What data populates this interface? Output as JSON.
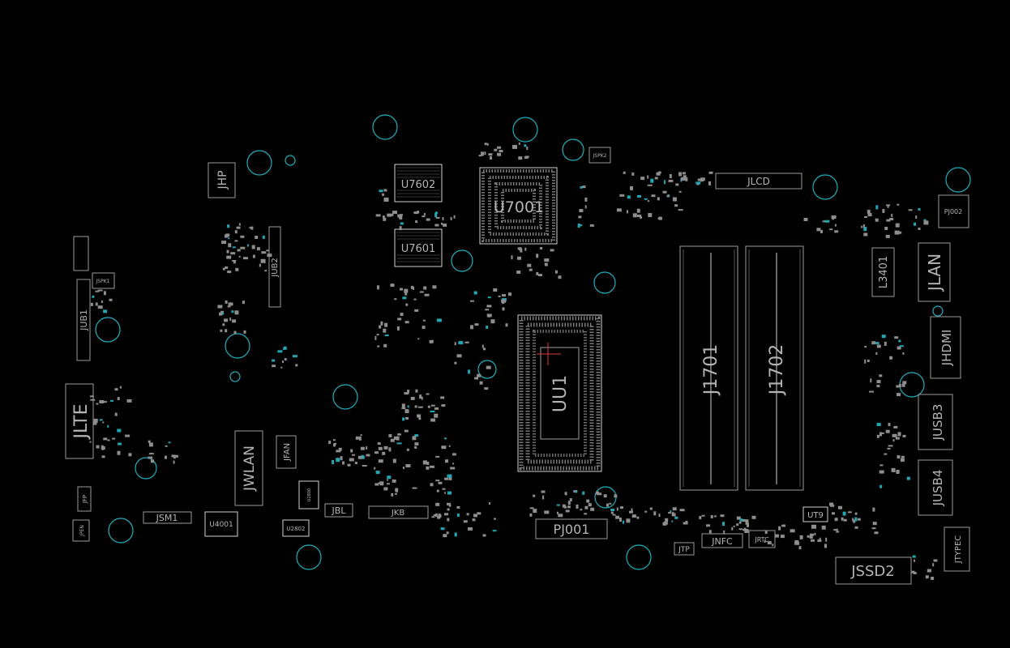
{
  "colors": {
    "background": "#000000",
    "outline": "#9a9a9a",
    "label": "#b4b4b4",
    "mounting_hole": "#1fb0c0",
    "cpu_marker": "#e03a3a"
  },
  "labels": {
    "jhp": "JHP",
    "jub2": "JUB2",
    "jub1": "JUB1",
    "jspk1": "JSPK1",
    "jlte": "JLTE",
    "jfp": "JFP",
    "jpen": "JPEN",
    "jsm1": "JSM1",
    "u4001": "U4001",
    "jwlan": "JWLAN",
    "jfan": "JFAN",
    "u2802": "U2802",
    "u2800": "U2800",
    "jbl": "JBL",
    "jkb": "JKB",
    "u7602": "U7602",
    "u7601": "U7601",
    "u7001": "U7001",
    "jspk2": "JSPK2",
    "jlcd": "JLCD",
    "uu1": "UU1",
    "pj001": "PJ001",
    "j1701": "J1701",
    "j1702": "J1702",
    "jtp": "JTP",
    "jnfc": "JNFC",
    "jrtc": "JRTC",
    "ut9": "UT9",
    "jssd2": "JSSD2",
    "jtypec": "JTYPEC",
    "pj002": "PJ002",
    "jlan": "JLAN",
    "l3401": "L3401",
    "jhdmi": "JHDMI",
    "jusb3": "JUSB3",
    "jusb4": "JUSB4"
  }
}
